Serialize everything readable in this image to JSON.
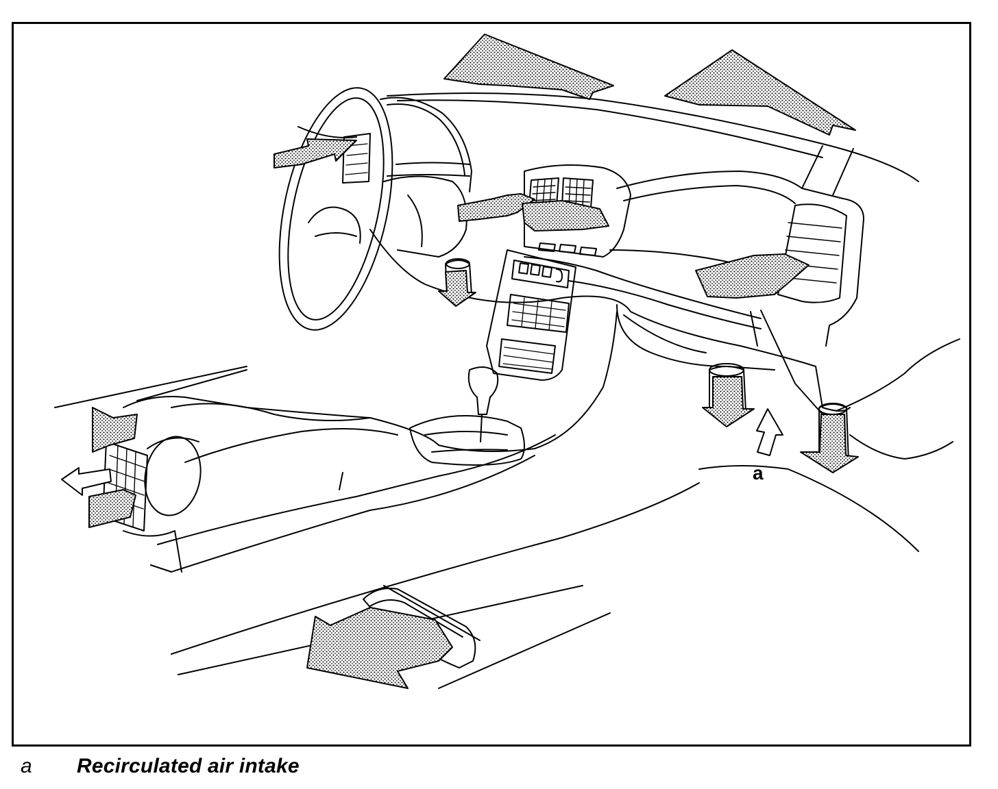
{
  "diagram": {
    "callouts": [
      {
        "id": "a",
        "label": "a"
      }
    ]
  },
  "legend": [
    {
      "key": "a",
      "text": "Recirculated air intake"
    }
  ]
}
